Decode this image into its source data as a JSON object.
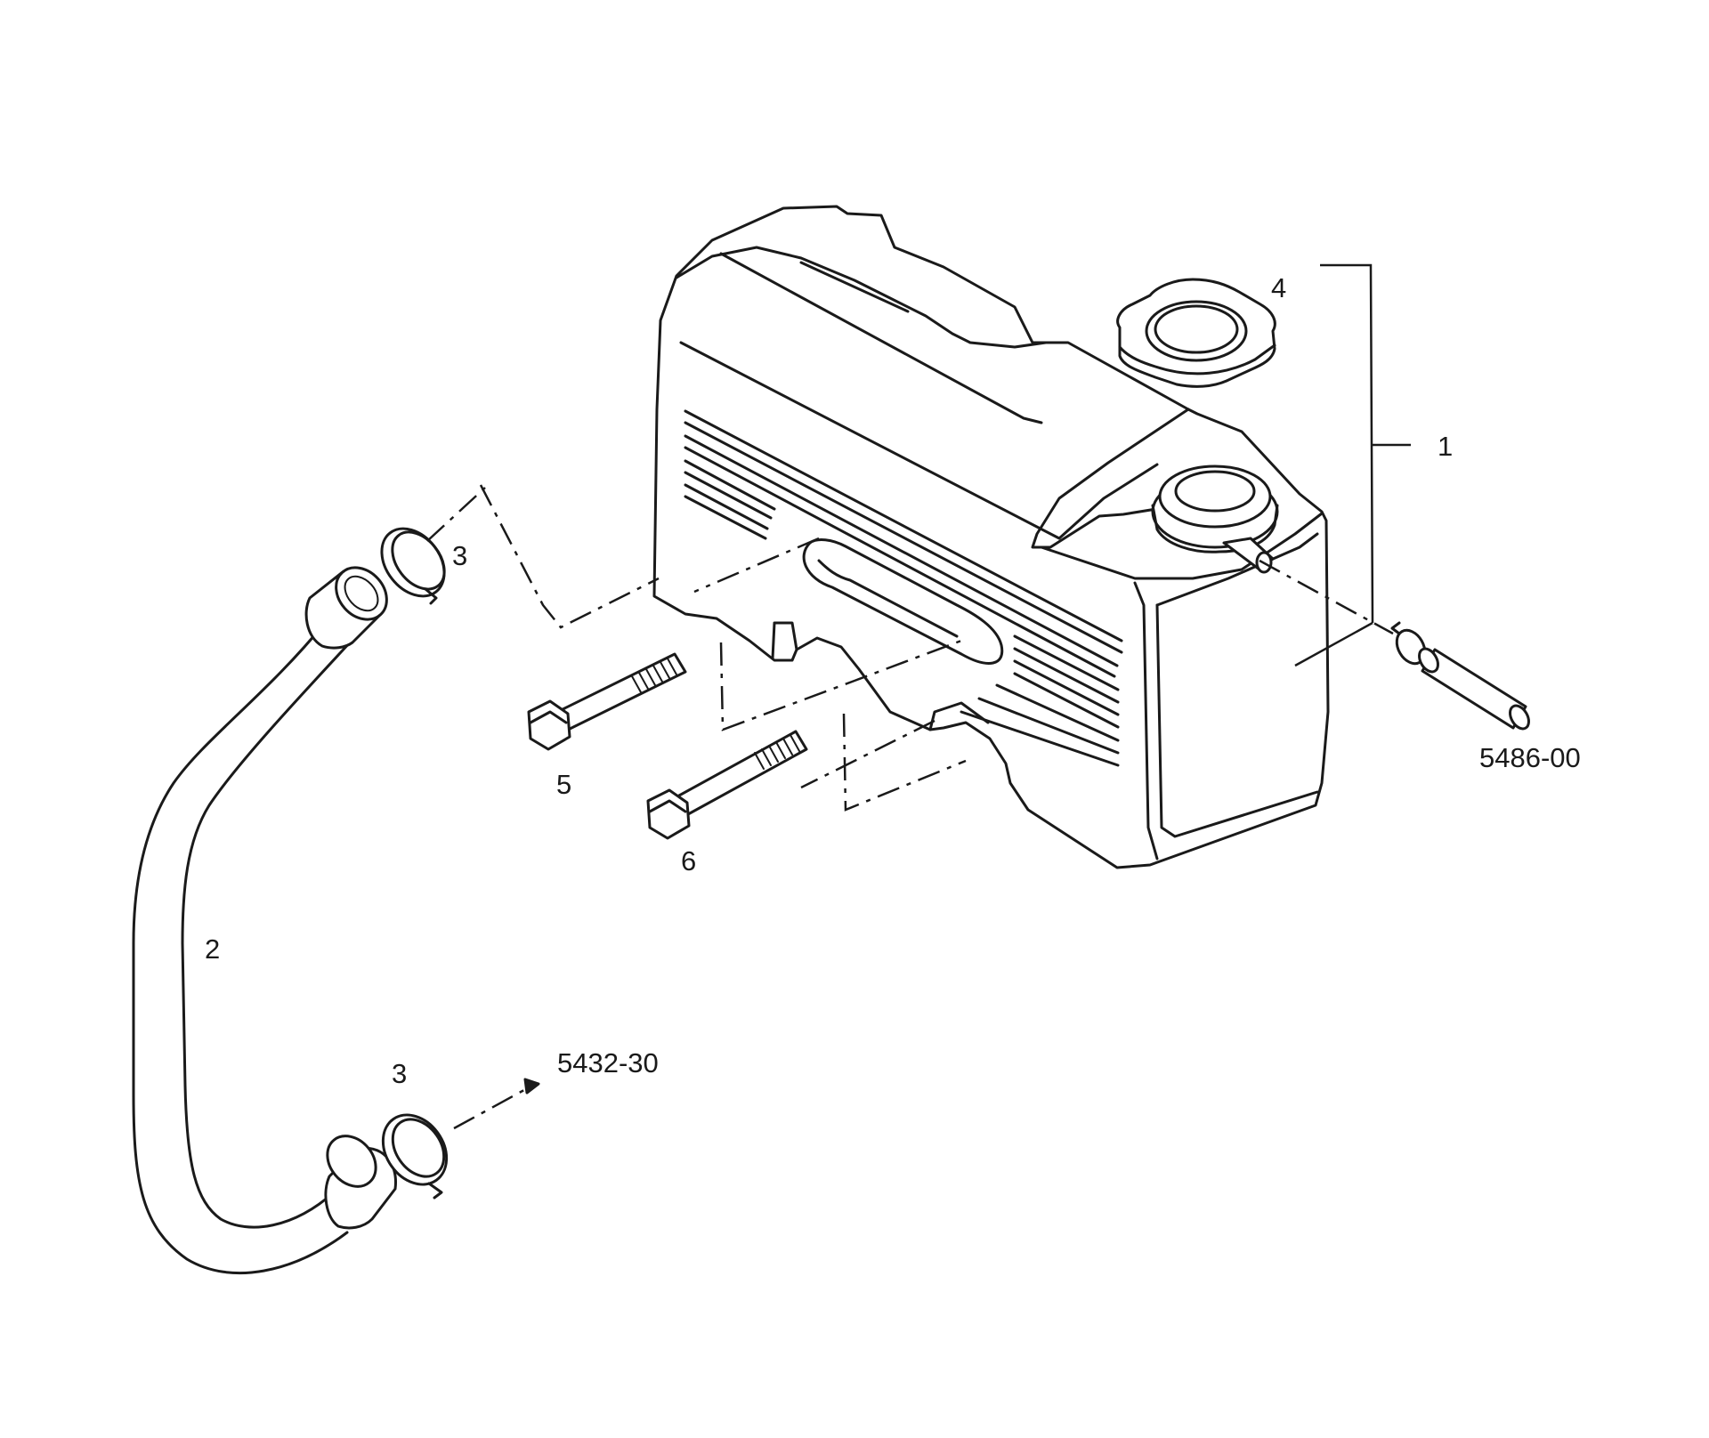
{
  "diagram": {
    "callouts": [
      {
        "id": "1",
        "text": "1"
      },
      {
        "id": "2",
        "text": "2"
      },
      {
        "id": "3a",
        "text": "3"
      },
      {
        "id": "3b",
        "text": "3"
      },
      {
        "id": "4",
        "text": "4"
      },
      {
        "id": "5",
        "text": "5"
      },
      {
        "id": "6",
        "text": "6"
      }
    ],
    "references": [
      {
        "id": "ref-outlet",
        "text": "5486-00"
      },
      {
        "id": "ref-inlet",
        "text": "5432-30"
      }
    ]
  }
}
